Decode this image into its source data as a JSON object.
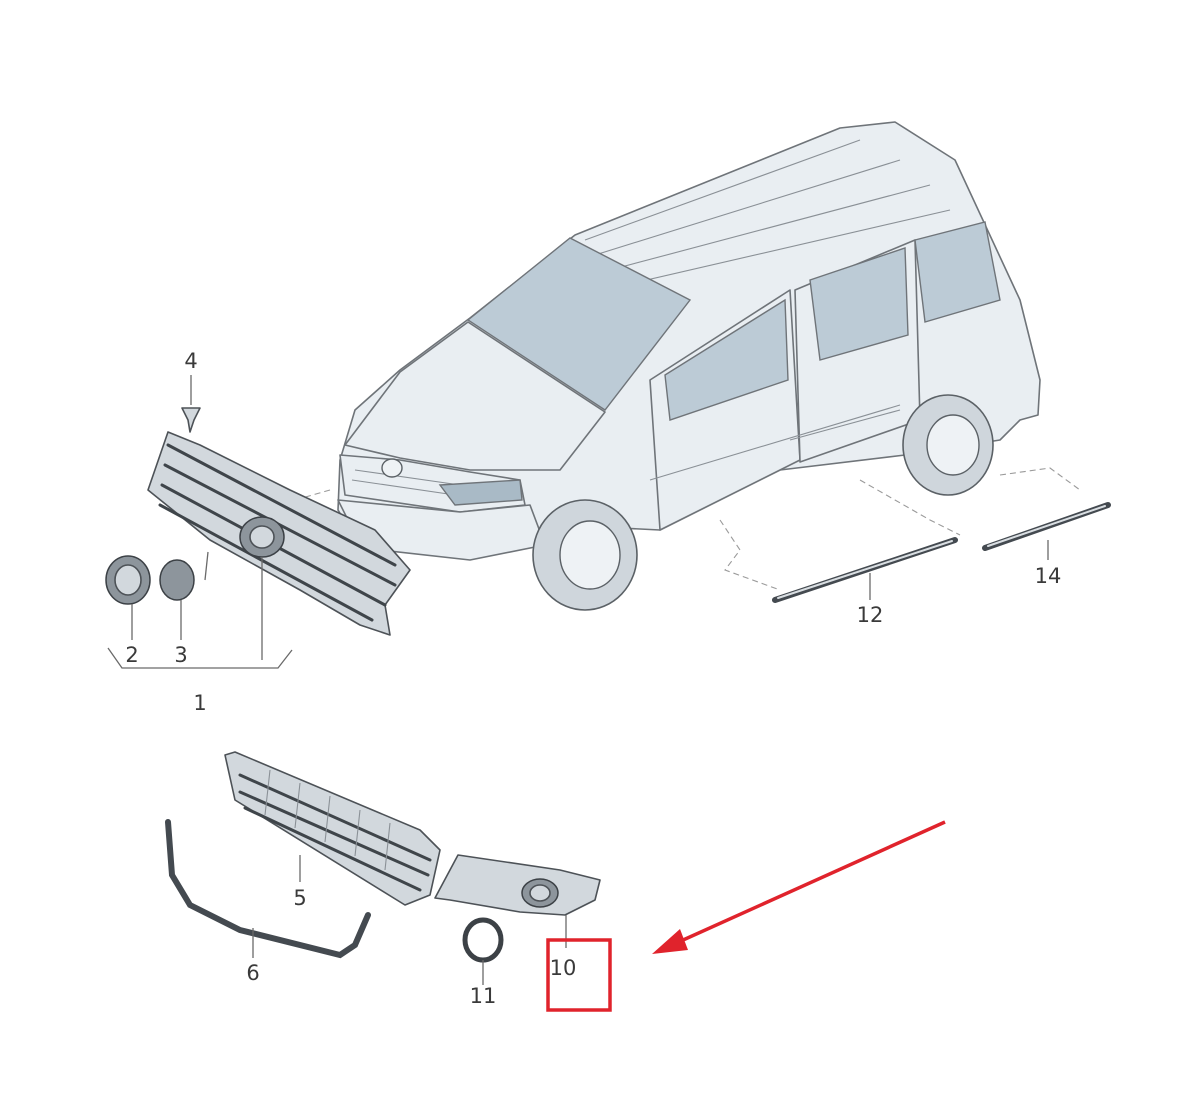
{
  "callouts": {
    "c1": "1",
    "c2": "2",
    "c3": "3",
    "c4": "4",
    "c5": "5",
    "c6": "6",
    "c10": "10",
    "c11": "11",
    "c12": "12",
    "c14": "14"
  },
  "highlight": {
    "part": "10",
    "box_color": "#e0232c",
    "arrow_color": "#e0232c"
  }
}
